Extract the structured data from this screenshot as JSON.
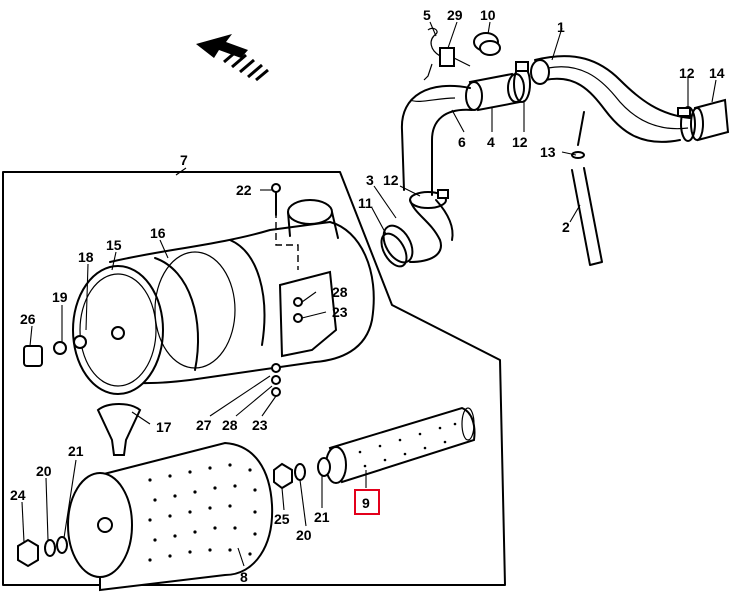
{
  "labels": {
    "l1": "1",
    "l2": "2",
    "l3": "3",
    "l4": "4",
    "l5": "5",
    "l6": "6",
    "l7": "7",
    "l8": "8",
    "l9": "9",
    "l10": "10",
    "l11": "11",
    "l12a": "12",
    "l12b": "12",
    "l12c": "12",
    "l13": "13",
    "l14": "14",
    "l15": "15",
    "l16": "16",
    "l17": "17",
    "l18": "18",
    "l19": "19",
    "l20a": "20",
    "l20b": "20",
    "l21a": "21",
    "l21b": "21",
    "l22": "22",
    "l23a": "23",
    "l23b": "23",
    "l24": "24",
    "l25": "25",
    "l26": "26",
    "l27": "27",
    "l28a": "28",
    "l28b": "28",
    "l29": "29"
  },
  "highlight": {
    "label": "l9",
    "color": "#e3001b"
  },
  "ink_color": "#000000"
}
